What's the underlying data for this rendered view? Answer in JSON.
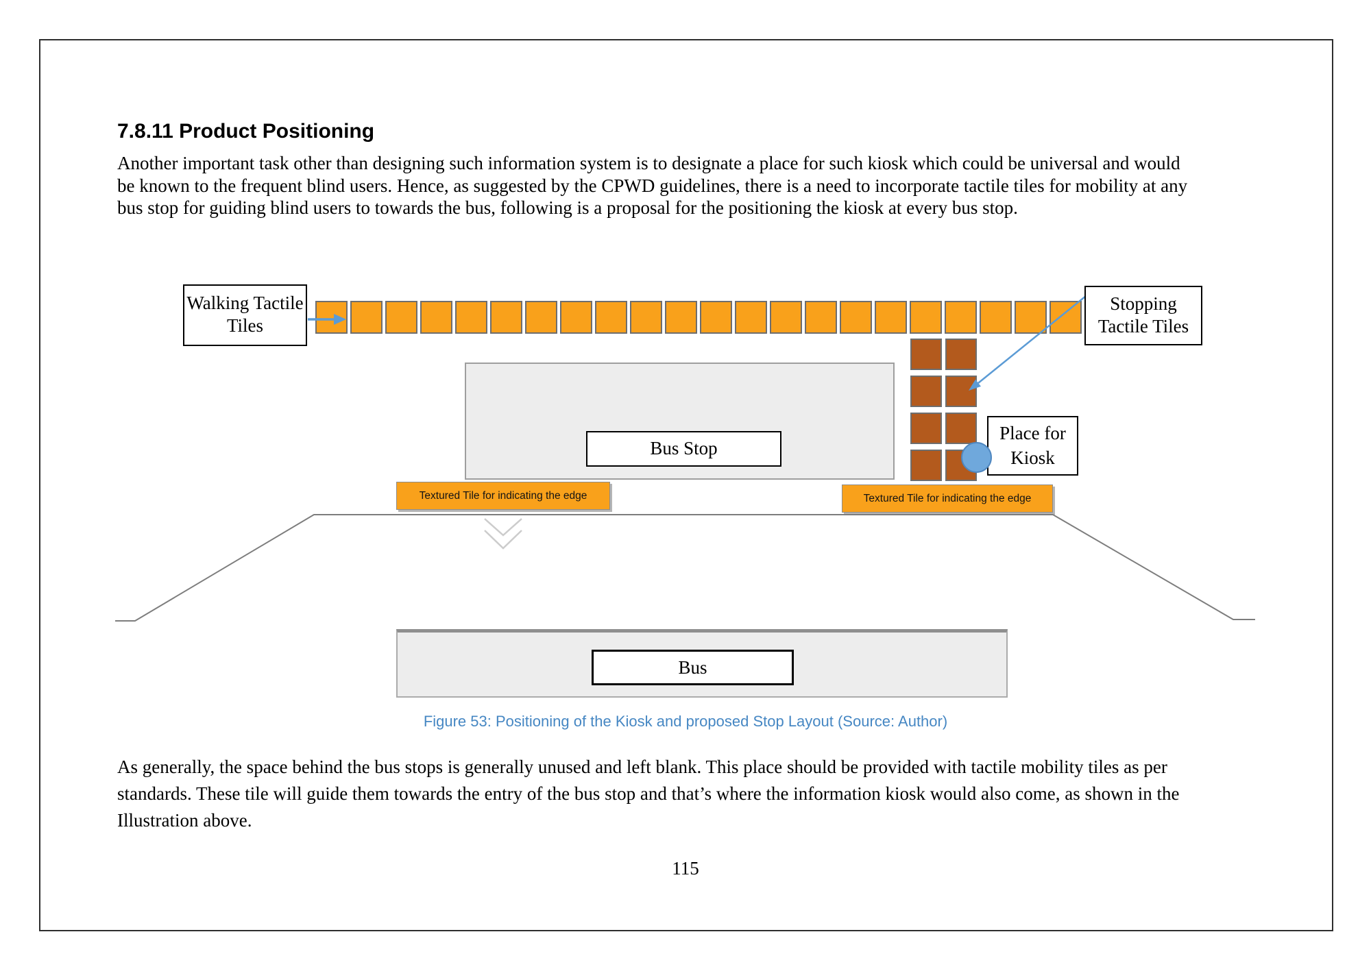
{
  "page": {
    "heading": "7.8.11 Product Positioning",
    "paragraph1": "Another important task other than designing such information system is to designate a place for such kiosk which could be universal and would\nbe known to the frequent blind users. Hence, as suggested by the CPWD guidelines, there is a need to incorporate tactile tiles for mobility at any\nbus stop for guiding blind users to towards the bus, following is a proposal for the positioning the kiosk at every bus stop.",
    "paragraph2": "As generally, the space behind the bus stops is generally unused and left blank. This place should be provided with tactile mobility tiles as per\nstandards. These tile will guide them towards the entry of the bus stop and that’s where the information kiosk would also come, as shown in the\nIllustration above.",
    "figure_caption": "Figure 53: Positioning of the Kiosk and proposed Stop Layout (Source: Author)",
    "page_number": "115"
  },
  "diagram": {
    "walking_tiles_label": "Walking Tactile Tiles",
    "stopping_tiles_label": "Stopping Tactile Tiles",
    "bus_stop_label": "Bus Stop",
    "bus_label": "Bus",
    "kiosk_label": "Place for Kiosk",
    "edge_tile_label_left": "Textured Tile for indicating the edge",
    "edge_tile_label_right": "Textured Tile for indicating the edge",
    "walking_tile_count": 22,
    "stopping_tile_grid": {
      "rows": 4,
      "cols": 2
    },
    "colors": {
      "walking_tile": "#F9A11B",
      "stopping_tile": "#B35A1D",
      "edge_label_bg": "#F9A11B",
      "kiosk_spot": "#6FA8DC",
      "arrow_blue": "#5B9BD5",
      "caption_blue": "#4687C3",
      "road_gray": "#7d7d7d",
      "platform_gray": "#EDEDED"
    }
  }
}
